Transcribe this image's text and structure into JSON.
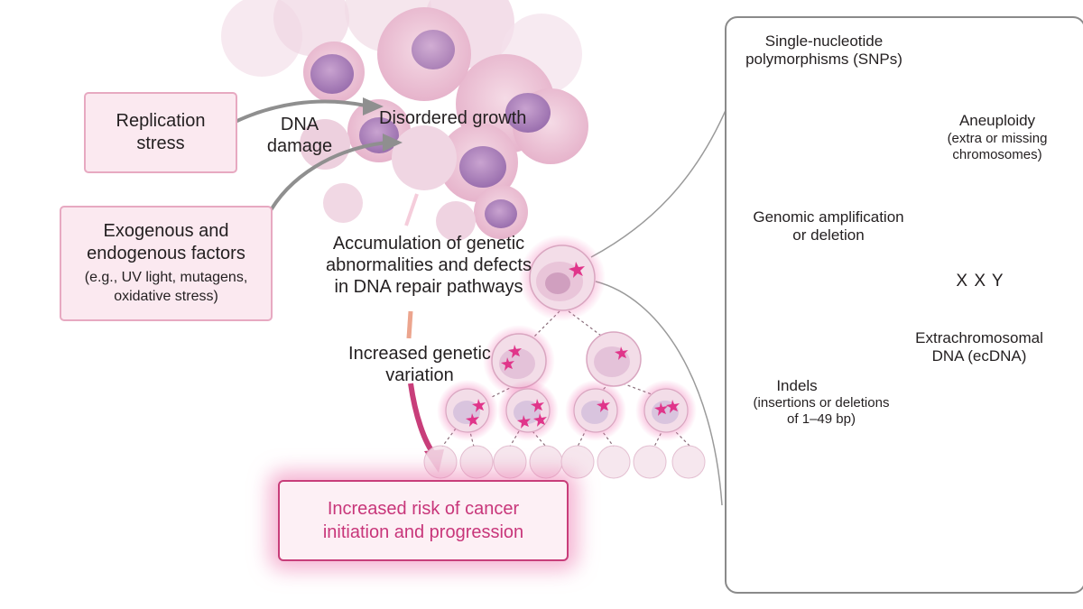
{
  "inputs": {
    "replication": "Replication\nstress",
    "dna_damage": "DNA\ndamage",
    "factors_title": "Exogenous and\nendogenous factors",
    "factors_examples": "(e.g., UV light, mutagens,\noxidative stress)"
  },
  "center": {
    "disordered_growth": "Disordered growth",
    "accumulation": "Accumulation of genetic\nabnormalities and defects\nin DNA repair pathways",
    "variation": "Increased genetic\nvariation",
    "outcome": "Increased risk of cancer\ninitiation and progression"
  },
  "panel": {
    "snps": "Single-nucleotide\npolymorphisms (SNPs)",
    "aneuploidy_title": "Aneuploidy",
    "aneuploidy_desc": "(extra or missing\nchromosomes)",
    "xxy": "X X Y",
    "amplification": "Genomic amplification\nor deletion",
    "ecdna": "Extrachromosomal\nDNA (ecDNA)",
    "indels_title": "Indels",
    "indels_desc": "(insertions or deletions\nof 1–49 bp)"
  },
  "colors": {
    "accent": "#c8367a",
    "box_border": "#e7a9c1",
    "box_fill": "#fbe9f0",
    "arrow_gray": "#8f8f8f",
    "gene_blue": "#4a9ad8"
  }
}
